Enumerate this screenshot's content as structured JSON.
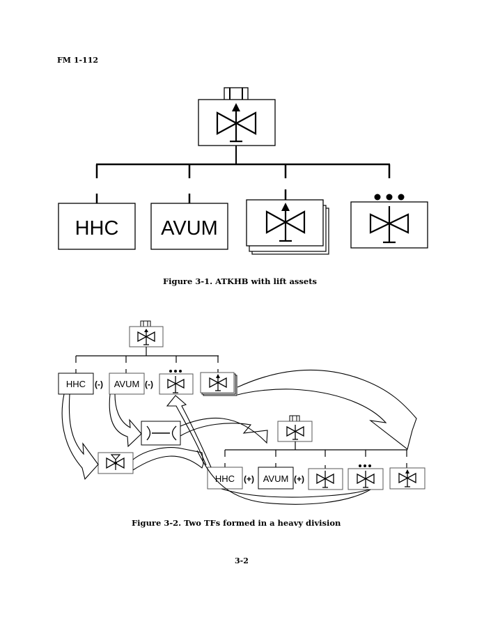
{
  "header": {
    "doc_id": "FM 1-112"
  },
  "figure1": {
    "caption": "Figure 3-1.  ATKHB with lift assets",
    "parent": {
      "symbol": "attack-helicopter-battalion-icon",
      "echelon": "battalion"
    },
    "children": [
      {
        "label": "HHC",
        "type": "headquarters-company"
      },
      {
        "label": "AVUM",
        "type": "aviation-unit-maintenance"
      },
      {
        "label": "",
        "symbol": "attack-helicopter-company-icon",
        "stacked": true
      },
      {
        "label": "",
        "symbol": "lift-helicopter-platoon-icon",
        "echelon": "platoon"
      }
    ]
  },
  "figure2": {
    "caption": "Figure 3-2.  Two TFs formed in a heavy division",
    "tf1": {
      "children": [
        {
          "label": "HHC",
          "modifier": "(-)"
        },
        {
          "label": "AVUM",
          "modifier": "(-)"
        },
        {
          "label": "",
          "symbol": "lift-platoon-icon"
        },
        {
          "label": "",
          "symbol": "attack-company-icon",
          "stacked": true
        }
      ]
    },
    "attachments": [
      {
        "symbol": "maintenance-icon"
      },
      {
        "symbol": "air-defense-icon"
      }
    ],
    "tf2": {
      "children": [
        {
          "label": "HHC",
          "modifier": "(+)"
        },
        {
          "label": "AVUM",
          "modifier": "(+)"
        },
        {
          "label": "",
          "symbol": "helicopter-unit-icon"
        },
        {
          "label": "",
          "symbol": "lift-platoon-icon"
        },
        {
          "label": "",
          "symbol": "attack-company-icon"
        }
      ]
    }
  },
  "footer": {
    "page_number": "3-2"
  }
}
